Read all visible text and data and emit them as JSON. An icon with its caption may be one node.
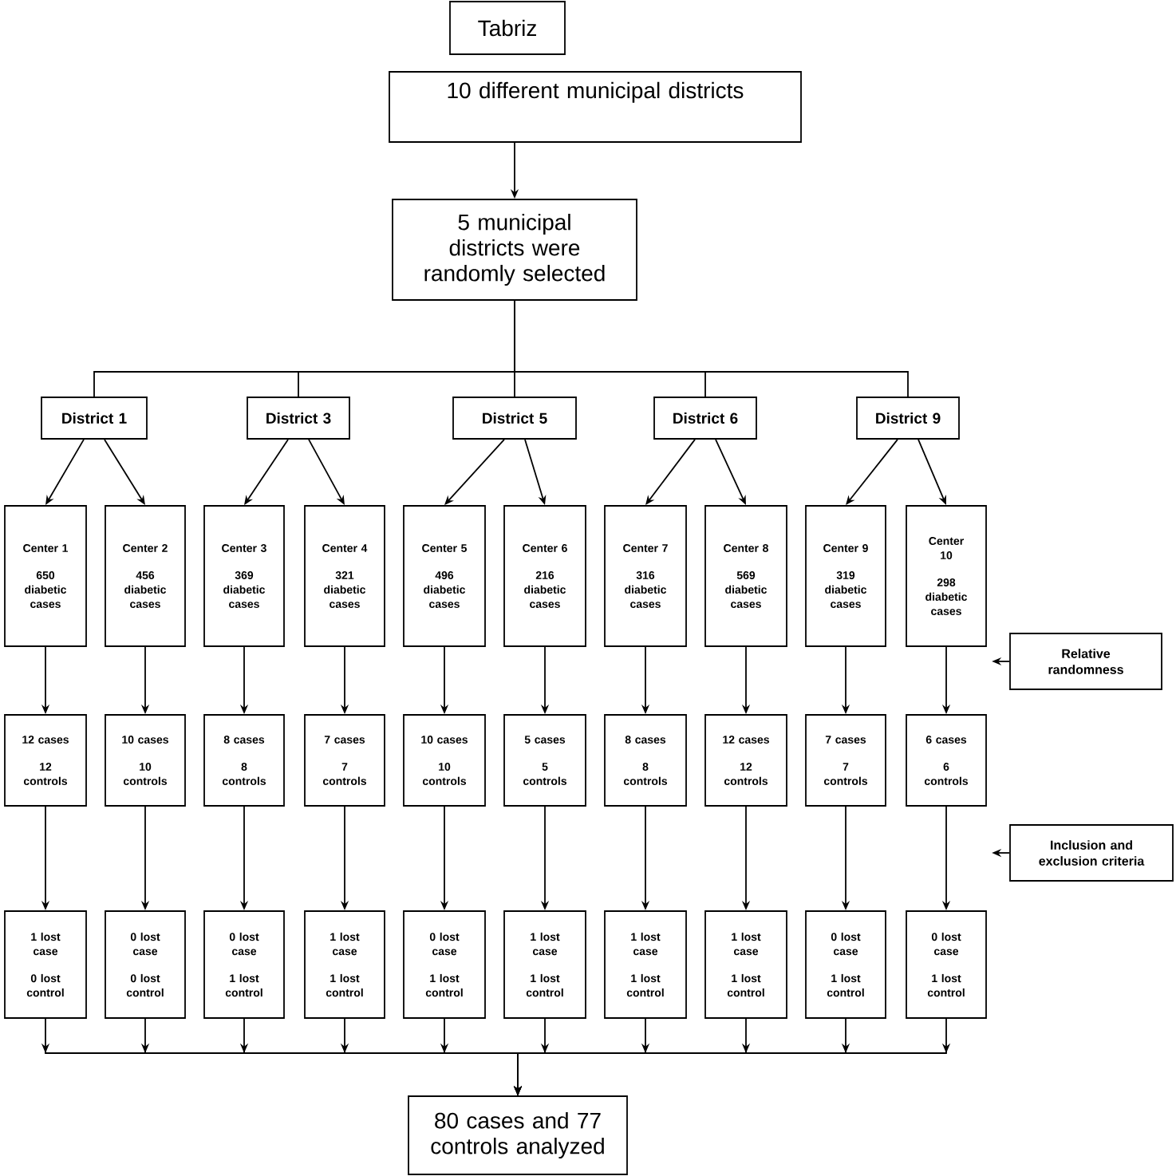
{
  "diagram": {
    "nodes": [
      {
        "text": [
          "Tabriz"
        ]
      },
      {
        "text": [
          "10 different municipal districts"
        ]
      },
      {
        "text": [
          "5 municipal districts were randomly selected"
        ]
      },
      {
        "text": [
          "District 1"
        ]
      },
      {
        "text": [
          "District 3"
        ]
      },
      {
        "text": [
          "District 5"
        ]
      },
      {
        "text": [
          "District 6"
        ]
      },
      {
        "text": [
          "District 9"
        ]
      },
      {
        "text": [
          "Center 1",
          "650 diabetic cases"
        ]
      },
      {
        "text": [
          "Center 2",
          "456 diabetic cases"
        ]
      },
      {
        "text": [
          "Center 3",
          "369 diabetic cases"
        ]
      },
      {
        "text": [
          "Center 4",
          "321 diabetic cases"
        ]
      },
      {
        "text": [
          "Center 5",
          "496 diabetic cases"
        ]
      },
      {
        "text": [
          "Center 6",
          "216 diabetic cases"
        ]
      },
      {
        "text": [
          "Center 7",
          "316 diabetic cases"
        ]
      },
      {
        "text": [
          "Center 8",
          "569 diabetic cases"
        ]
      },
      {
        "text": [
          "Center 9",
          "319 diabetic cases"
        ]
      },
      {
        "text": [
          "Center 10",
          "298 diabetic cases"
        ]
      },
      {
        "text": [
          "12 cases",
          "12 controls"
        ]
      },
      {
        "text": [
          "10 cases",
          "10 controls"
        ]
      },
      {
        "text": [
          "8 cases",
          "8 controls"
        ]
      },
      {
        "text": [
          "7 cases",
          "7 controls"
        ]
      },
      {
        "text": [
          "10 cases",
          "10 controls"
        ]
      },
      {
        "text": [
          "5 cases",
          "5 controls"
        ]
      },
      {
        "text": [
          "8 cases",
          "8 controls"
        ]
      },
      {
        "text": [
          "12 cases",
          "12 controls"
        ]
      },
      {
        "text": [
          "7 cases",
          "7 controls"
        ]
      },
      {
        "text": [
          "6 cases",
          "6 controls"
        ]
      },
      {
        "text": [
          "1 lost case",
          "0 lost control"
        ]
      },
      {
        "text": [
          "0 lost case",
          "0 lost control"
        ]
      },
      {
        "text": [
          "0 lost case",
          "1 lost control"
        ]
      },
      {
        "text": [
          "1 lost case",
          "1 lost control"
        ]
      },
      {
        "text": [
          "0 lost case",
          "1 lost control"
        ]
      },
      {
        "text": [
          "1 lost case",
          "1 lost control"
        ]
      },
      {
        "text": [
          "1 lost case",
          "1 lost control"
        ]
      },
      {
        "text": [
          "1 lost case",
          "1 lost control"
        ]
      },
      {
        "text": [
          "0 lost case",
          "1 lost control"
        ]
      },
      {
        "text": [
          "0 lost case",
          "1 lost control"
        ]
      },
      {
        "text": [
          "80 cases and 77 controls analyzed"
        ]
      },
      {
        "text": [
          "Relative randomness"
        ]
      },
      {
        "text": [
          "Inclusion and exclusion criteria"
        ]
      }
    ],
    "edges": [
      {
        "from": 1,
        "to": 2,
        "arrow": "to"
      },
      {
        "from": 2,
        "to": 3,
        "arrow": "none"
      },
      {
        "from": 2,
        "to": 4,
        "arrow": "none"
      },
      {
        "from": 2,
        "to": 5,
        "arrow": "none"
      },
      {
        "from": 2,
        "to": 6,
        "arrow": "none"
      },
      {
        "from": 2,
        "to": 7,
        "arrow": "none"
      },
      {
        "from": 3,
        "to": 8,
        "arrow": "to"
      },
      {
        "from": 3,
        "to": 9,
        "arrow": "to"
      },
      {
        "from": 4,
        "to": 10,
        "arrow": "to"
      },
      {
        "from": 4,
        "to": 11,
        "arrow": "to"
      },
      {
        "from": 5,
        "to": 12,
        "arrow": "to"
      },
      {
        "from": 5,
        "to": 13,
        "arrow": "to"
      },
      {
        "from": 6,
        "to": 14,
        "arrow": "to"
      },
      {
        "from": 6,
        "to": 15,
        "arrow": "to"
      },
      {
        "from": 7,
        "to": 16,
        "arrow": "to"
      },
      {
        "from": 7,
        "to": 17,
        "arrow": "to"
      },
      {
        "from": 8,
        "to": 18,
        "arrow": "to"
      },
      {
        "from": 9,
        "to": 19,
        "arrow": "to"
      },
      {
        "from": 10,
        "to": 20,
        "arrow": "to"
      },
      {
        "from": 11,
        "to": 21,
        "arrow": "to"
      },
      {
        "from": 12,
        "to": 22,
        "arrow": "to"
      },
      {
        "from": 13,
        "to": 23,
        "arrow": "to"
      },
      {
        "from": 14,
        "to": 24,
        "arrow": "to"
      },
      {
        "from": 15,
        "to": 25,
        "arrow": "to"
      },
      {
        "from": 16,
        "to": 26,
        "arrow": "to"
      },
      {
        "from": 17,
        "to": 27,
        "arrow": "to"
      },
      {
        "from": 18,
        "to": 28,
        "arrow": "to"
      },
      {
        "from": 19,
        "to": 29,
        "arrow": "to"
      },
      {
        "from": 20,
        "to": 30,
        "arrow": "to"
      },
      {
        "from": 21,
        "to": 31,
        "arrow": "to"
      },
      {
        "from": 22,
        "to": 32,
        "arrow": "to"
      },
      {
        "from": 23,
        "to": 33,
        "arrow": "to"
      },
      {
        "from": 24,
        "to": 34,
        "arrow": "to"
      },
      {
        "from": 25,
        "to": 35,
        "arrow": "to"
      },
      {
        "from": 26,
        "to": 36,
        "arrow": "to"
      },
      {
        "from": 27,
        "to": 37,
        "arrow": "to"
      },
      {
        "from": 28,
        "to": 38,
        "arrow": "to"
      },
      {
        "from": 29,
        "to": 38,
        "arrow": "to"
      },
      {
        "from": 30,
        "to": 38,
        "arrow": "to"
      },
      {
        "from": 31,
        "to": 38,
        "arrow": "to"
      },
      {
        "from": 32,
        "to": 38,
        "arrow": "to"
      },
      {
        "from": 33,
        "to": 38,
        "arrow": "to"
      },
      {
        "from": 34,
        "to": 38,
        "arrow": "to"
      },
      {
        "from": 35,
        "to": 38,
        "arrow": "to"
      },
      {
        "from": 36,
        "to": 38,
        "arrow": "to"
      },
      {
        "from": 37,
        "to": 38,
        "arrow": "to"
      },
      {
        "from": 39,
        "to": null,
        "arrow": "to"
      },
      {
        "from": 40,
        "to": null,
        "arrow": "to"
      }
    ]
  }
}
